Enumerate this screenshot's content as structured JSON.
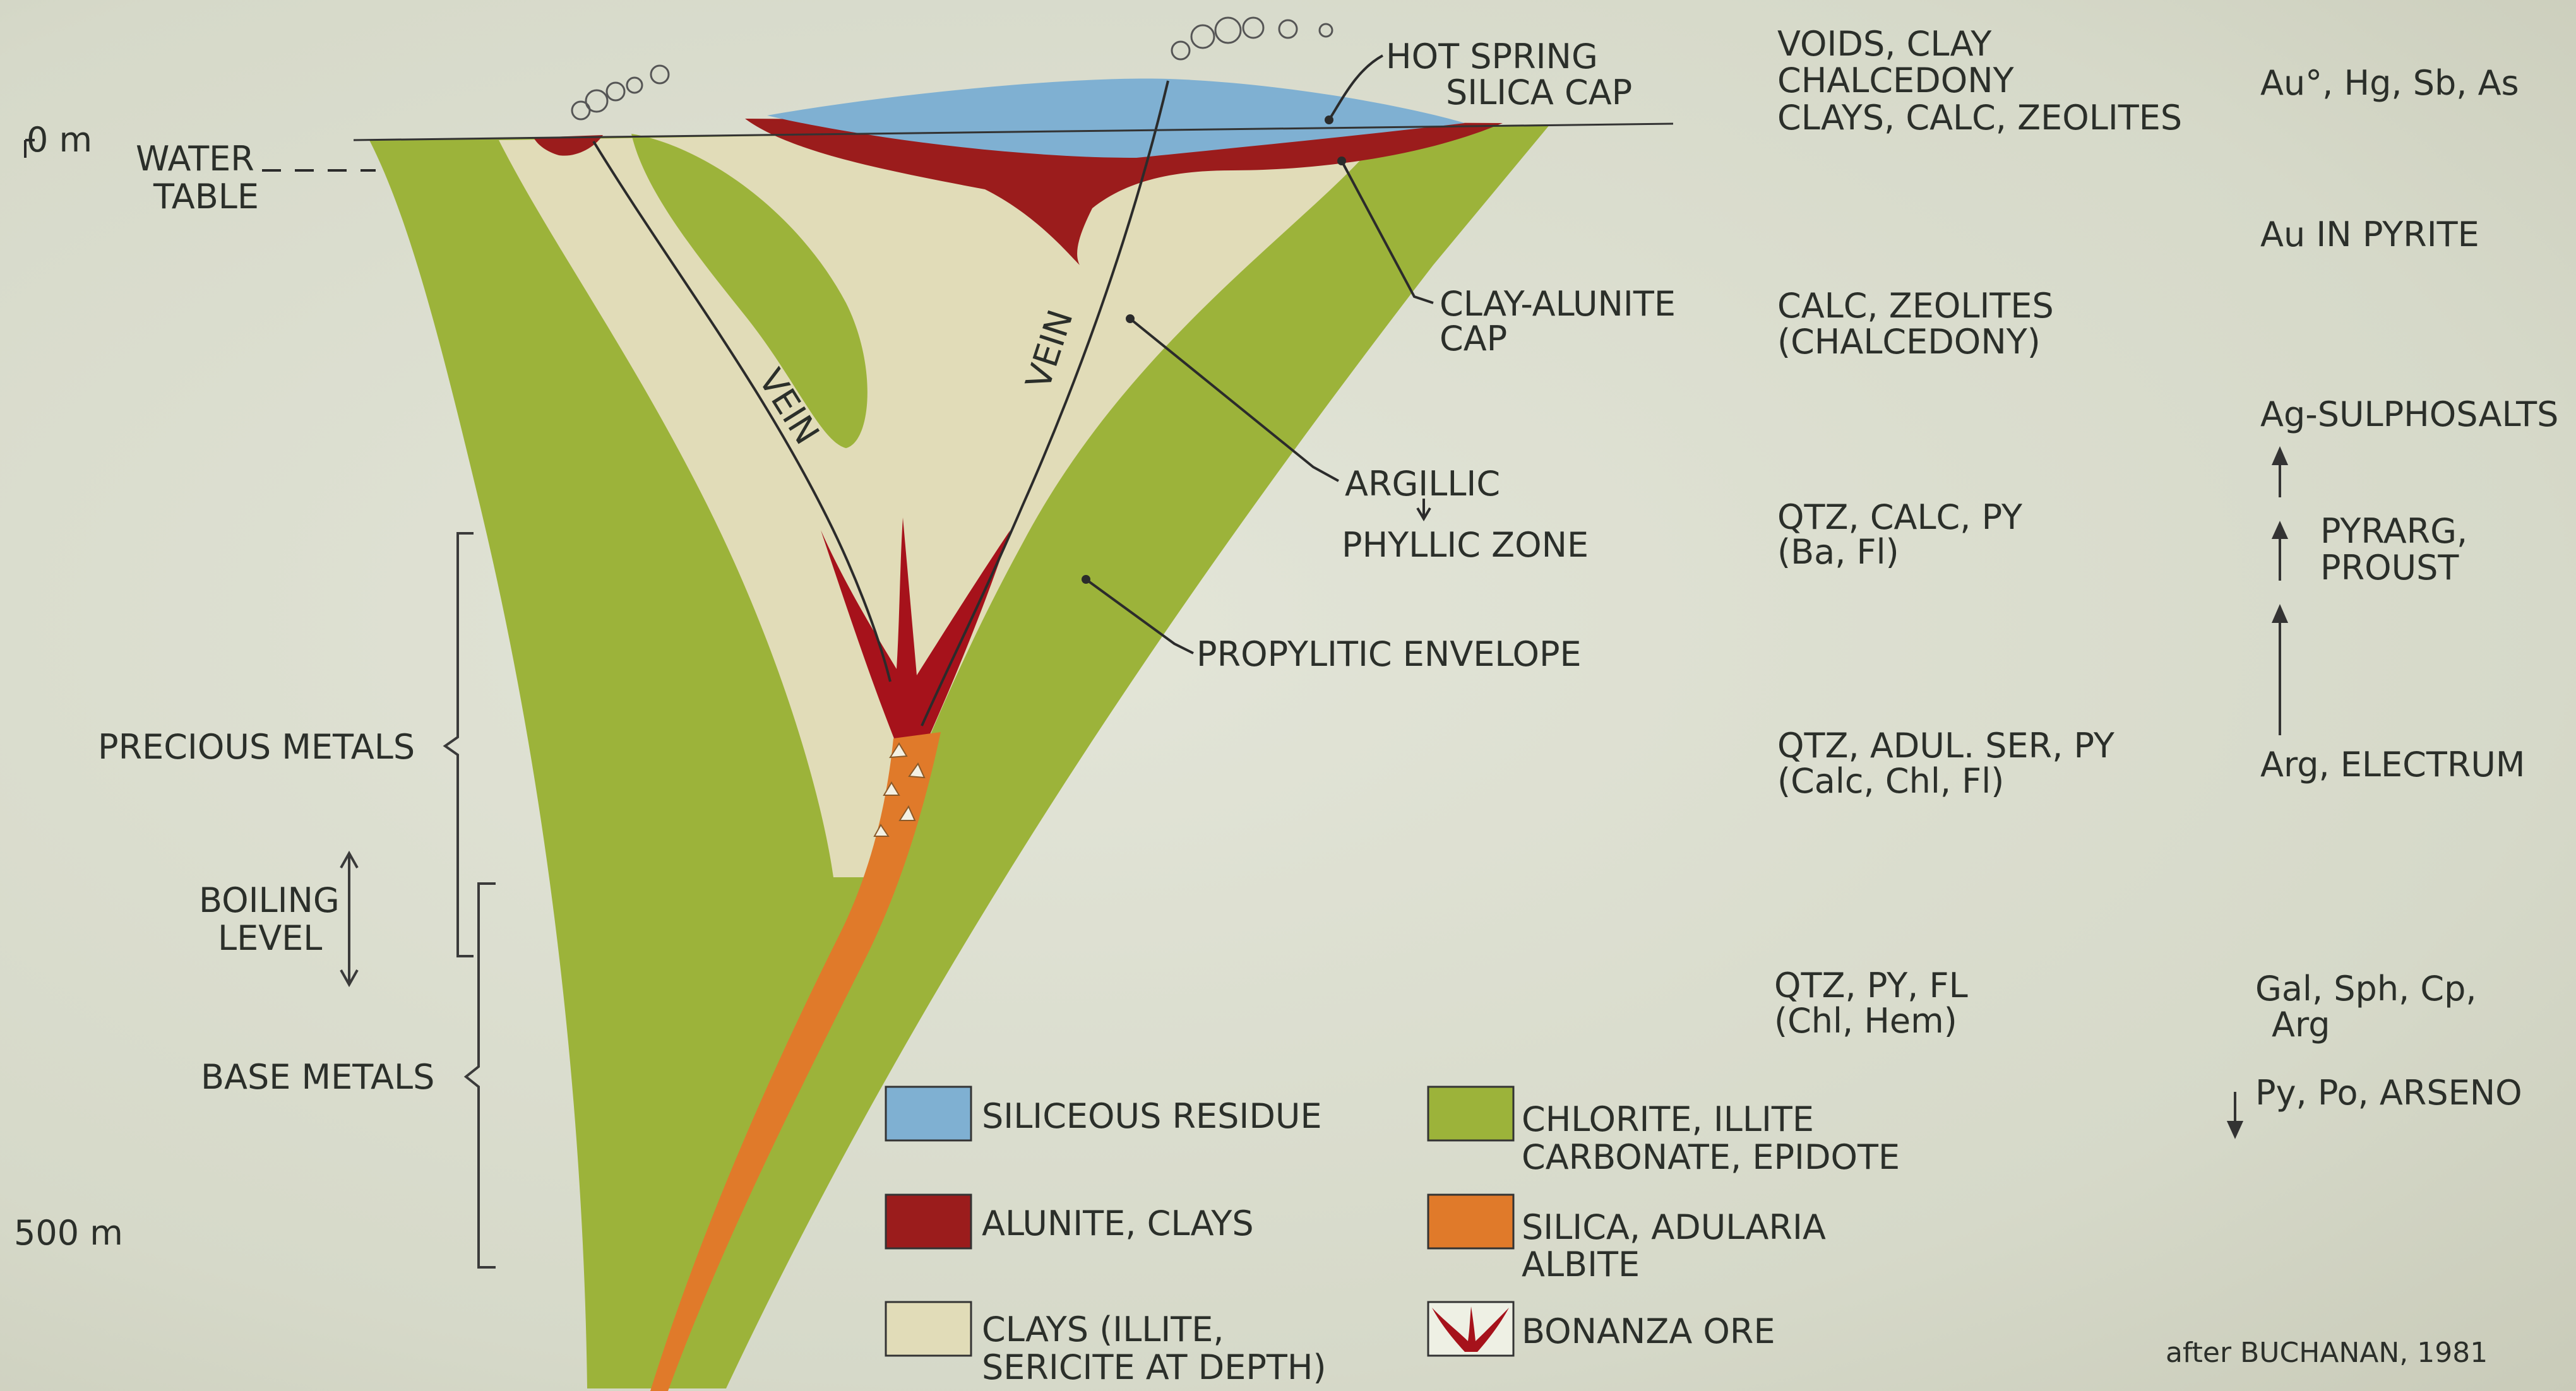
{
  "depth": {
    "top": "0 m",
    "bottom": "500 m"
  },
  "water_table": [
    "WATER",
    "TABLE"
  ],
  "labels": {
    "hot_spring": [
      "HOT SPRING",
      "SILICA CAP"
    ],
    "clay_alunite": [
      "CLAY-ALUNITE",
      "CAP"
    ],
    "argillic": "ARGILLIC",
    "phyllic": "PHYLLIC ZONE",
    "propylitic": "PROPYLITIC ENVELOPE",
    "vein": "VEIN"
  },
  "ranges": {
    "precious": "PRECIOUS METALS",
    "boiling": [
      "BOILING",
      "LEVEL"
    ],
    "base": "BASE METALS"
  },
  "minerals": [
    [
      "VOIDS, CLAY",
      "CHALCEDONY",
      "CLAYS, CALC, ZEOLITES"
    ],
    [
      "CALC, ZEOLITES",
      "(CHALCEDONY)"
    ],
    [
      "QTZ, CALC, PY",
      "(Ba, Fl)"
    ],
    [
      "QTZ, ADUL. SER, PY",
      "(Calc, Chl, Fl)"
    ],
    [
      "QTZ, PY, FL",
      "(Chl, Hem)"
    ]
  ],
  "metals": {
    "m1": "Au°, Hg, Sb, As",
    "m2": "Au IN PYRITE",
    "m3": "Ag-SULPHOSALTS",
    "m4": [
      "PYRARG,",
      "PROUST"
    ],
    "m5": "Arg, ELECTRUM",
    "m6": [
      "Gal, Sph, Cp,",
      "Arg"
    ],
    "m7": "Py, Po, ARSENO"
  },
  "legend": [
    {
      "label": [
        "SILICEOUS RESIDUE"
      ],
      "color": "#7fb0d2"
    },
    {
      "label": [
        "ALUNITE, CLAYS"
      ],
      "color": "#9b1c1c"
    },
    {
      "label": [
        "CLAYS (ILLITE,",
        "SERICITE AT DEPTH)"
      ],
      "color": "#e1dcb8"
    },
    {
      "label": [
        "CHLORITE, ILLITE",
        "CARBONATE, EPIDOTE"
      ],
      "color": "#9cb33a"
    },
    {
      "label": [
        "SILICA, ADULARIA",
        "ALBITE"
      ],
      "color": "#e07a2a"
    },
    {
      "label": [
        "BONANZA ORE"
      ],
      "color": "#a6121b"
    }
  ],
  "credit": "after BUCHANAN, 1981",
  "colors": {
    "siliceous": "#7fb0d2",
    "alunite": "#9b1c1c",
    "clay": "#e1dcb8",
    "propylitic": "#9cb33a",
    "silica": "#e07a2a",
    "bonanza": "#a6121b"
  }
}
